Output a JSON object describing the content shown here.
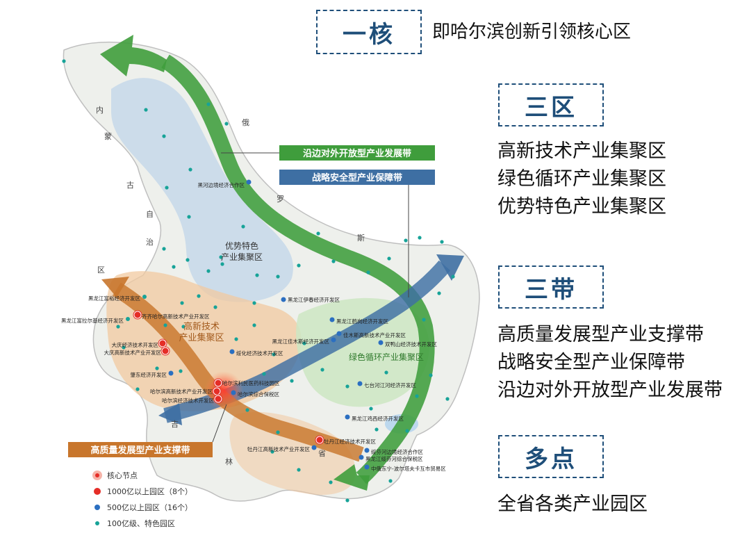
{
  "header": {
    "core_box": "一核",
    "core_desc": "即哈尔滨创新引领核心区"
  },
  "right_panel": {
    "zones_box": "三区",
    "zones": [
      "高新技术产业集聚区",
      "绿色循环产业集聚区",
      "优势特色产业集聚区"
    ],
    "belts_box": "三带",
    "belts": [
      "高质量发展型产业支撑带",
      "战略安全型产业保障带",
      "沿边对外开放型产业发展带"
    ],
    "points_box": "多点",
    "points_desc": "全省各类产业园区"
  },
  "banners": {
    "border_belt": "沿边对外开放型产业发展带",
    "security_belt": "战略安全型产业保障带",
    "quality_belt": "高质量发展型产业支撑带"
  },
  "zone_labels": {
    "advantage": [
      "优势特色",
      "产业集聚区"
    ],
    "hitech": [
      "高新技术",
      "产业集聚区"
    ],
    "green": "绿色循环产业集聚区"
  },
  "neighbors": {
    "inner_mongolia": [
      "内",
      "蒙",
      "古",
      "自",
      "治",
      "区"
    ],
    "russia": [
      "俄",
      "罗",
      "斯"
    ],
    "jilin": [
      "吉",
      "林",
      "省"
    ]
  },
  "parks": [
    {
      "name": "黑河边境经济合作区",
      "type": "500"
    },
    {
      "name": "黑龙江富裕经济开发区",
      "type": "100"
    },
    {
      "name": "黑龙江富拉尔基经济开发区",
      "type": "100"
    },
    {
      "name": "齐齐哈尔高新技术产业开发区",
      "type": "1000"
    },
    {
      "name": "大庆经济技术开发区",
      "type": "1000"
    },
    {
      "name": "大庆高新技术产业开发区",
      "type": "1000"
    },
    {
      "name": "肇东经济开发区",
      "type": "500"
    },
    {
      "name": "哈尔滨高新技术产业开发区",
      "type": "1000"
    },
    {
      "name": "哈尔滨经济技术开发区",
      "type": "1000"
    },
    {
      "name": "哈尔滨利民医药科技园区",
      "type": "1000"
    },
    {
      "name": "哈尔滨综合保税区",
      "type": "500"
    },
    {
      "name": "绥化经济技术开发区",
      "type": "500"
    },
    {
      "name": "黑龙江伊春经济开发区",
      "type": "500"
    },
    {
      "name": "黑龙江鹤岗经济开发区",
      "type": "500"
    },
    {
      "name": "佳木斯高新技术产业开发区",
      "type": "500"
    },
    {
      "name": "黑龙江佳木斯经济开发区",
      "type": "500"
    },
    {
      "name": "双鸭山经济技术开发区",
      "type": "500"
    },
    {
      "name": "七台河江河经济开发区",
      "type": "500"
    },
    {
      "name": "黑龙江鸡西经济开发区",
      "type": "500"
    },
    {
      "name": "牡丹江经济技术开发区",
      "type": "1000"
    },
    {
      "name": "牡丹江高新技术产业开发区",
      "type": "500"
    },
    {
      "name": "绥芬河边境经济合作区",
      "type": "500"
    },
    {
      "name": "黑龙江绥芬河综合保税区",
      "type": "500"
    },
    {
      "name": "中俄东宁-波尔塔夫卡互市贸易区",
      "type": "500"
    }
  ],
  "legend": [
    {
      "label": "核心节点"
    },
    {
      "label": "1000亿以上园区（8个）"
    },
    {
      "label": "500亿以上园区（16个）"
    },
    {
      "label": "100亿级、特色园区"
    }
  ],
  "colors": {
    "title_blue": "#1e4e79",
    "green_band": "#3f9d3c",
    "blue_band": "#3e6fa3",
    "orange_band": "#c8762c",
    "core_red": "#e52d27",
    "park_blue": "#2b6fc1",
    "park_teal": "#17a398"
  }
}
